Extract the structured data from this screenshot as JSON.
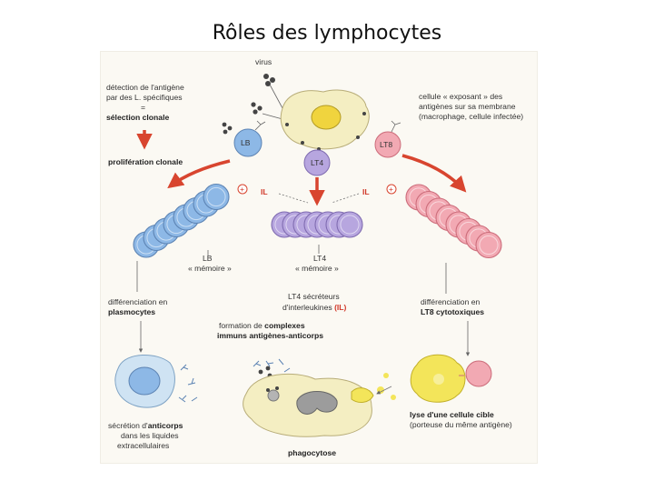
{
  "title": "Rôles des lymphocytes",
  "figure": {
    "detection": {
      "line1": "détection de l'antigène",
      "line2": "par des L. spécifiques",
      "eq": "=",
      "bold": "sélection clonale"
    },
    "virus": "virus",
    "apc": {
      "line1": "cellule « exposant » des",
      "line2": "antigènes sur sa membrane",
      "line3": "(macrophage, cellule infectée)"
    },
    "cells": {
      "lb": "LB",
      "lt8": "LT8",
      "lt4": "LT4"
    },
    "proliferation": "prolifération clonale",
    "plus": "+",
    "il": "IL",
    "memory_lb": {
      "line1": "LB",
      "line2": "« mémoire »"
    },
    "memory_lt4": {
      "line1": "LT4",
      "line2": "« mémoire »"
    },
    "diff_plasmo": {
      "line1": "différenciation en",
      "bold": "plasmocytes"
    },
    "lt4_secreteurs": {
      "line1": "LT4 sécréteurs",
      "line2_pre": "d'interleukines ",
      "line2_red": "(IL)"
    },
    "diff_lt8": {
      "line1": "différenciation en",
      "bold": "LT8 cytotoxiques"
    },
    "complexes": {
      "pre": "formation de ",
      "bold": "complexes",
      "line2": "immuns antigènes-anticorps"
    },
    "secretion": {
      "pre": "sécrétion d'",
      "bold": "anticorps",
      "line2": "dans les liquides",
      "line3": "extracellulaires"
    },
    "lyse": {
      "bold": "lyse d'une cellule cible",
      "line2": "(porteuse du même antigène)"
    },
    "phagocytose": "phagocytose",
    "colors": {
      "lb": "#8db8e6",
      "lt4": "#b7a6df",
      "lt8": "#f2a9b3",
      "apc": "#f4eec2",
      "nucleus": "#f0d43e",
      "arrow": "#d8452f",
      "infected": "#f3e55a"
    }
  }
}
